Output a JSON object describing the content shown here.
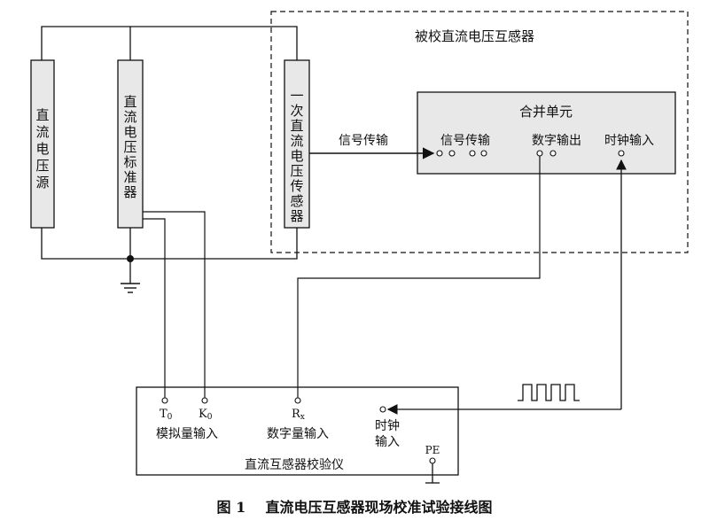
{
  "transformer_label": "被校直流电压互感器",
  "dc_source": [
    "直",
    "流",
    "电",
    "压",
    "源"
  ],
  "dc_standard": [
    "直",
    "流",
    "电",
    "压",
    "标",
    "准",
    "器"
  ],
  "primary_sensor": [
    "一",
    "次",
    "直",
    "流",
    "电",
    "压",
    "传",
    "感",
    "器"
  ],
  "merging_unit": {
    "title": "合并单元",
    "signal_in": "信号传输",
    "digital_out": "数字输出",
    "clock_in": "时钟输入"
  },
  "signal_wire_label": "信号传输",
  "calibrator": {
    "title": "直流互感器校验仪",
    "t0_sub": "0",
    "k0_sub": "0",
    "rx_sub": "x",
    "analog_in": "模拟量输入",
    "digital_in": "数字量输入",
    "clock_in_line1": "时钟",
    "clock_in_line2": "输入",
    "pe_label": "PE"
  },
  "caption": "图 1    直流电压互感器现场校准试验接线图",
  "colors": {
    "box_fill": "#e8e8e8",
    "line": "#111111"
  }
}
